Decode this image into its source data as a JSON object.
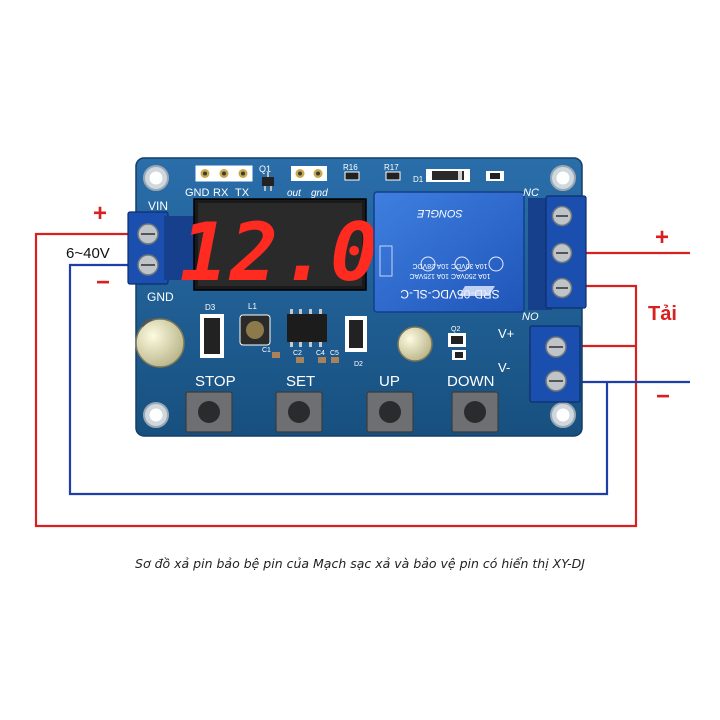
{
  "title": "",
  "labels": {
    "plus_left": "+",
    "voltage": "6~40V",
    "minus_left": "−",
    "plus_right": "+",
    "load": "Tải",
    "minus_right": "−"
  },
  "board": {
    "header_labels": [
      "GND",
      "RX",
      "TX"
    ],
    "q1": "Q1",
    "out_gnd": [
      "out",
      "gnd"
    ],
    "r16": "R16",
    "r17": "R17",
    "d1": "D1",
    "nc": "NC",
    "no": "NO",
    "vin": "VIN",
    "gnd": "GND",
    "v_plus": "V+",
    "v_minus": "V-",
    "display_value": "12.0",
    "d3": "D3",
    "l1": "L1",
    "c1": "C1",
    "c2": "C2",
    "c4": "C4",
    "c5": "C5",
    "d2": "D2",
    "q2": "Q2",
    "relay_lines": [
      "SRD-05VDC-SL-C",
      "10A 250VAC  10A 125VAC",
      "10A 30VDC  10A 28VDC",
      "SONGLE"
    ],
    "buttons": [
      "STOP",
      "SET",
      "UP",
      "DOWN"
    ]
  },
  "caption": "Sơ đồ xả pin bảo bệ pin của Mạch sạc xả và bảo vệ pin có hiển thị XY-DJ",
  "colors": {
    "pcb": "#1d5e96",
    "terminal": "#1a4fb0",
    "wire_red": "#d82020",
    "wire_blue": "#1f3ea8",
    "led": "#ff2a20"
  }
}
